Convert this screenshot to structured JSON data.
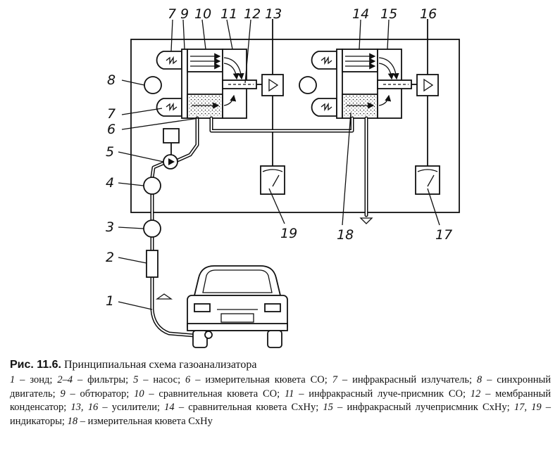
{
  "labels": {
    "n1": "1",
    "n2": "2",
    "n3": "3",
    "n4": "4",
    "n5": "5",
    "n6": "6",
    "n7a": "7",
    "n7b": "7",
    "n8": "8",
    "n9": "9",
    "n10": "10",
    "n11": "11",
    "n12": "12",
    "n13": "13",
    "n14": "14",
    "n15": "15",
    "n16": "16",
    "n17": "17",
    "n18": "18",
    "n19": "19"
  },
  "caption": {
    "fig_no": "Рис. 11.6.",
    "fig_title": "Принципиальная схема газоанализатора",
    "legend": [
      {
        "n": "1",
        "t": " – зонд; "
      },
      {
        "n": "2–4",
        "t": " – фильтры; "
      },
      {
        "n": "5",
        "t": " – насос; "
      },
      {
        "n": "6",
        "t": " – измерительная кювета СО; "
      },
      {
        "n": "7",
        "t": " – инфракрасный излучатель; "
      },
      {
        "n": "8",
        "t": " – синхронный двигатель; "
      },
      {
        "n": "9",
        "t": " – обтюратор; "
      },
      {
        "n": "10",
        "t": " – сравнительная кювета СО; "
      },
      {
        "n": "11",
        "t": " – инфракрасный луче-присмник СО; "
      },
      {
        "n": "12",
        "t": " – мембранный конденсатор; "
      },
      {
        "n": "13, 16",
        "t": " – усилители; "
      },
      {
        "n": "14",
        "t": " – сравнительная кювета CxHy; "
      },
      {
        "n": "15",
        "t": " – инфракрасный лучеприсмник CxHy; "
      },
      {
        "n": "17, 19",
        "t": " – индикаторы; "
      },
      {
        "n": "18",
        "t": " – измерительная кювета CxHy"
      }
    ]
  }
}
